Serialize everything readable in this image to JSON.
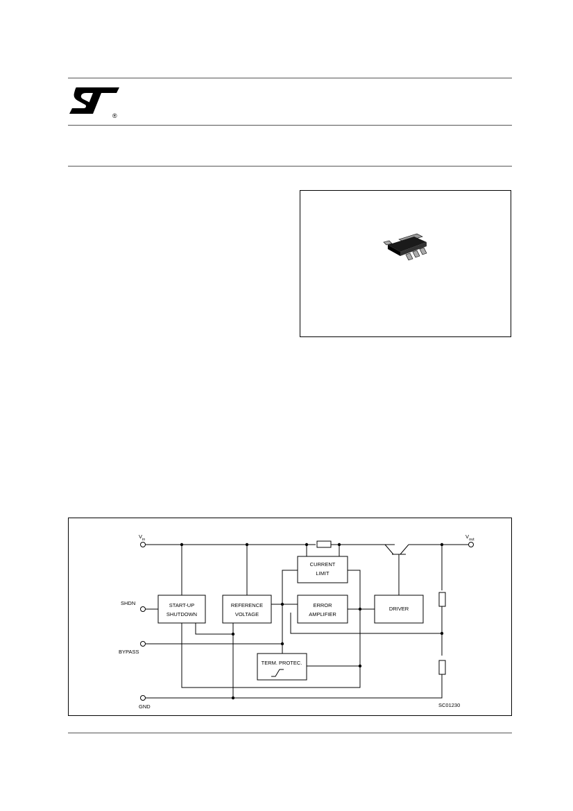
{
  "header": {
    "logo": "ST logo",
    "registered_mark": "®"
  },
  "package": {
    "image": "SOT-223 package"
  },
  "block_diagram": {
    "pins": {
      "vin": "V",
      "vin_sub": "in",
      "vout": "V",
      "vout_sub": "out",
      "shdn": "SHDN",
      "bypass": "BYPASS",
      "gnd": "GND"
    },
    "blocks": {
      "startup_line1": "START-UP",
      "startup_line2": "SHUTDOWN",
      "reference_line1": "REFERENCE",
      "reference_line2": "VOLTAGE",
      "current_line1": "CURRENT",
      "current_line2": "LIMIT",
      "error_line1": "ERROR",
      "error_line2": "AMPLIFIER",
      "driver": "DRIVER",
      "thermal": "TERM. PROTEC."
    },
    "code": "SC01230"
  }
}
